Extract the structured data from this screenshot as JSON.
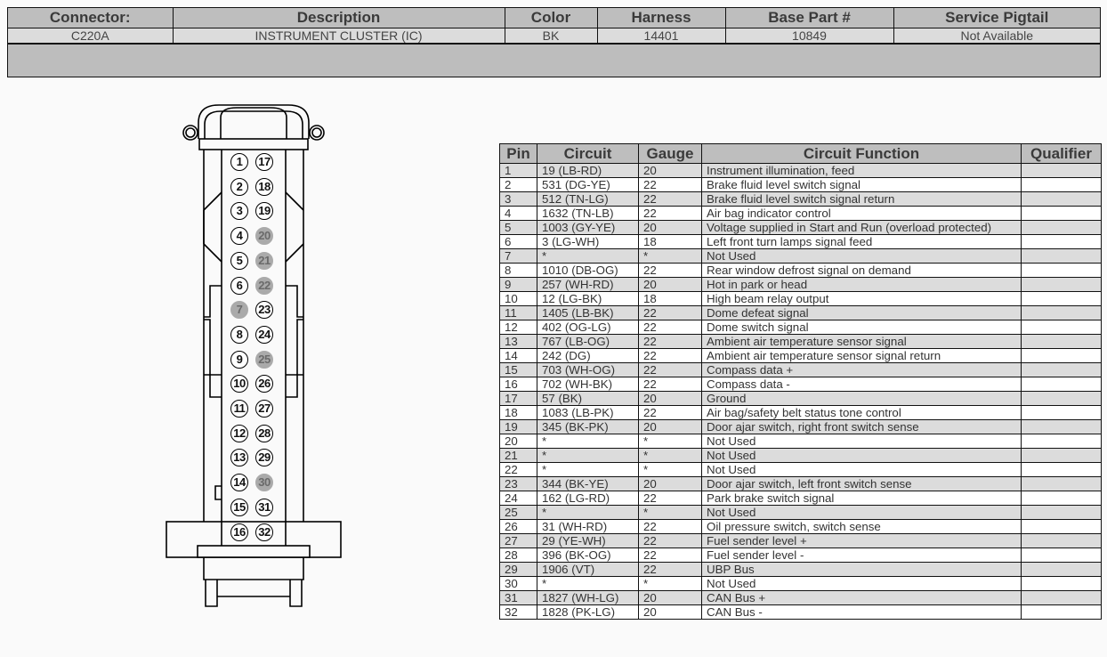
{
  "connector_header": {
    "columns": [
      "Connector:",
      "Description",
      "Color",
      "Harness",
      "Base Part #",
      "Service Pigtail"
    ],
    "values": [
      "C220A",
      "INSTRUMENT CLUSTER (IC)",
      "BK",
      "14401",
      "10849",
      "Not Available"
    ]
  },
  "pinout_table": {
    "columns": [
      "Pin",
      "Circuit",
      "Gauge",
      "Circuit Function",
      "Qualifier"
    ],
    "rows": [
      [
        "1",
        "19 (LB-RD)",
        "20",
        "Instrument illumination, feed",
        ""
      ],
      [
        "2",
        "531 (DG-YE)",
        "22",
        "Brake fluid level switch signal",
        ""
      ],
      [
        "3",
        "512 (TN-LG)",
        "22",
        "Brake fluid level switch signal return",
        ""
      ],
      [
        "4",
        "1632 (TN-LB)",
        "22",
        "Air bag indicator control",
        ""
      ],
      [
        "5",
        "1003 (GY-YE)",
        "20",
        "Voltage supplied in Start and Run (overload protected)",
        ""
      ],
      [
        "6",
        "3 (LG-WH)",
        "18",
        "Left front turn lamps signal feed",
        ""
      ],
      [
        "7",
        "*",
        "*",
        "Not Used",
        ""
      ],
      [
        "8",
        "1010 (DB-OG)",
        "22",
        "Rear window defrost signal on demand",
        ""
      ],
      [
        "9",
        "257 (WH-RD)",
        "20",
        "Hot in park or head",
        ""
      ],
      [
        "10",
        "12 (LG-BK)",
        "18",
        "High beam relay output",
        ""
      ],
      [
        "11",
        "1405 (LB-BK)",
        "22",
        "Dome defeat signal",
        ""
      ],
      [
        "12",
        "402 (OG-LG)",
        "22",
        "Dome switch signal",
        ""
      ],
      [
        "13",
        "767 (LB-OG)",
        "22",
        "Ambient air temperature sensor signal",
        ""
      ],
      [
        "14",
        "242 (DG)",
        "22",
        "Ambient air temperature sensor signal return",
        ""
      ],
      [
        "15",
        "703 (WH-OG)",
        "22",
        "Compass data +",
        ""
      ],
      [
        "16",
        "702 (WH-BK)",
        "22",
        "Compass data -",
        ""
      ],
      [
        "17",
        "57 (BK)",
        "20",
        "Ground",
        ""
      ],
      [
        "18",
        "1083 (LB-PK)",
        "22",
        "Air bag/safety belt status tone control",
        ""
      ],
      [
        "19",
        "345 (BK-PK)",
        "20",
        "Door ajar switch, right front switch sense",
        ""
      ],
      [
        "20",
        "*",
        "*",
        "Not Used",
        ""
      ],
      [
        "21",
        "*",
        "*",
        "Not Used",
        ""
      ],
      [
        "22",
        "*",
        "*",
        "Not Used",
        ""
      ],
      [
        "23",
        "344 (BK-YE)",
        "20",
        "Door ajar switch, left front switch sense",
        ""
      ],
      [
        "24",
        "162 (LG-RD)",
        "22",
        "Park brake switch signal",
        ""
      ],
      [
        "25",
        "*",
        "*",
        "Not Used",
        ""
      ],
      [
        "26",
        "31 (WH-RD)",
        "22",
        "Oil pressure switch, switch sense",
        ""
      ],
      [
        "27",
        "29 (YE-WH)",
        "22",
        "Fuel sender level +",
        ""
      ],
      [
        "28",
        "396 (BK-OG)",
        "22",
        "Fuel sender level -",
        ""
      ],
      [
        "29",
        "1906 (VT)",
        "22",
        "UBP Bus",
        ""
      ],
      [
        "30",
        "*",
        "*",
        "Not Used",
        ""
      ],
      [
        "31",
        "1827 (WH-LG)",
        "20",
        "CAN Bus +",
        ""
      ],
      [
        "32",
        "1828 (PK-LG)",
        "20",
        "CAN Bus -",
        ""
      ]
    ]
  },
  "connector_diagram": {
    "left_column": [
      "1",
      "2",
      "3",
      "4",
      "5",
      "6",
      "7",
      "8",
      "9",
      "10",
      "11",
      "12",
      "13",
      "14",
      "15",
      "16"
    ],
    "right_column": [
      "17",
      "18",
      "19",
      "20",
      "21",
      "22",
      "23",
      "24",
      "25",
      "26",
      "27",
      "28",
      "29",
      "30",
      "31",
      "32"
    ],
    "unused_pins": [
      "7",
      "20",
      "21",
      "22",
      "25",
      "30"
    ],
    "colors": {
      "used_fill": "#ffffff",
      "unused_fill": "#aaaaaa",
      "outline": "#000000"
    }
  }
}
